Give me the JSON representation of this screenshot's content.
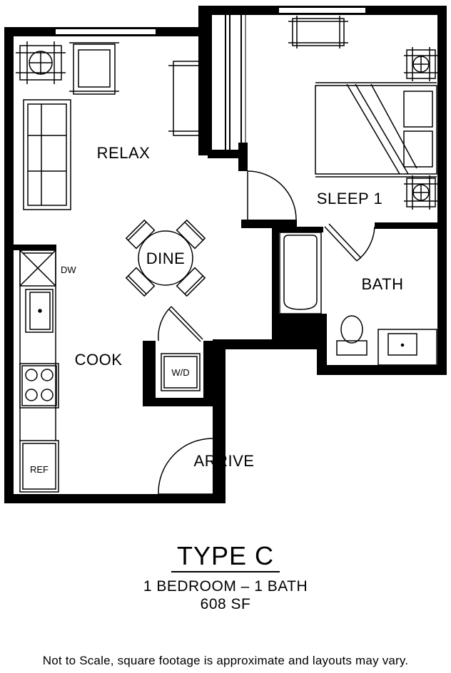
{
  "rooms": {
    "relax": "RELAX",
    "sleep": "SLEEP 1",
    "dine": "DINE",
    "bath": "BATH",
    "cook": "COOK",
    "arrive": "ARRIVE"
  },
  "fixtures": {
    "dishwasher": "DW",
    "washer_dryer": "W/D",
    "refrigerator": "REF"
  },
  "unit": {
    "type": "TYPE C",
    "bedrooms_baths": "1 BEDROOM – 1 BATH",
    "area": "608 SF"
  },
  "disclaimer": "Not to Scale, square footage is approximate and layouts may vary."
}
